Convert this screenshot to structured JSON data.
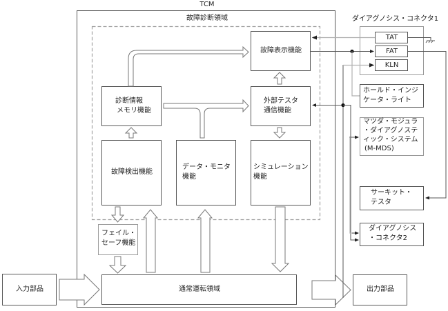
{
  "diagram": {
    "tcm_label": "TCM",
    "diag_region_label": "故障診断領域",
    "blocks": {
      "fault_display": "故障表示機能",
      "diag_memory_line1": "診断情報",
      "diag_memory_line2": "メモリ機能",
      "external_tester_line1": "外部テスタ",
      "external_tester_line2": "通信機能",
      "fault_detection": "故障検出機能",
      "data_monitor_line1": "データ・モニタ",
      "data_monitor_line2": "機能",
      "simulation_line1": "シミュレーション",
      "simulation_line2": "機能",
      "failsafe_line1": "フェイル・",
      "failsafe_line2": "セーフ機能",
      "normal_operation": "通常運転領域",
      "input_parts": "入力部品",
      "output_parts": "出力部品"
    },
    "external": {
      "connector1_title": "ダイアグノシス・コネクタ1",
      "pins": [
        "TAT",
        "FAT",
        "KLN"
      ],
      "hold_indicator_line1": "ホールド・インジ",
      "hold_indicator_line2": "ケータ・ライト",
      "mmds_line1": "マツダ・モジュラ",
      "mmds_line2": "・ダイアグノステ",
      "mmds_line3": "ィック・システム",
      "mmds_line4": "(M-MDS)",
      "circuit_tester_line1": "サーキット・",
      "circuit_tester_line2": "テスタ",
      "connector2_line1": "ダイアグノシス",
      "connector2_line2": "・コネクタ2"
    },
    "colors": {
      "line": "#555555",
      "light_line": "#b0b0b0",
      "dashed": "#a0a0a0"
    }
  }
}
